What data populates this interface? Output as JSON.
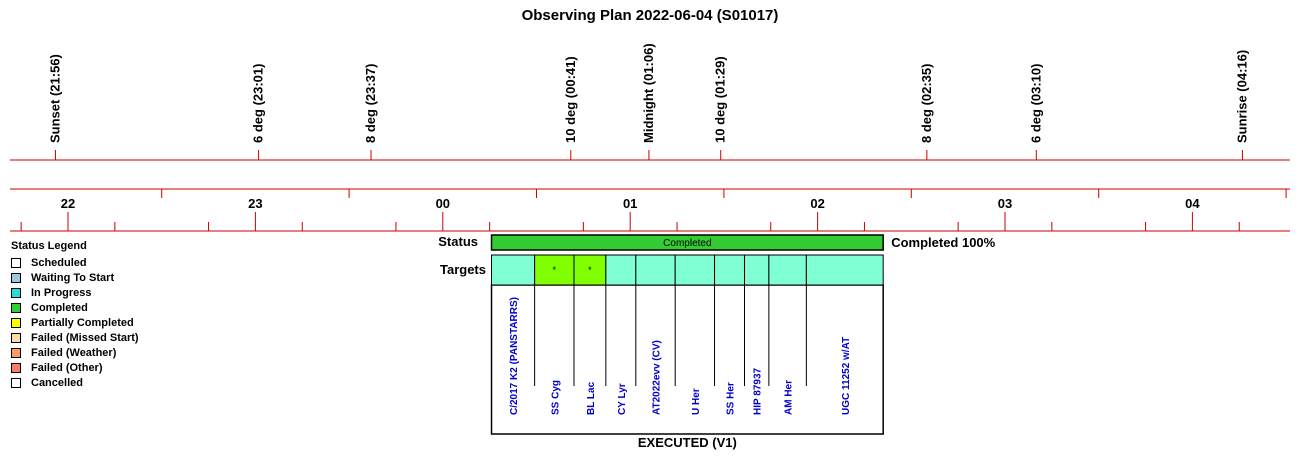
{
  "title": "Observing Plan 2022-06-04 (S01017)",
  "events": [
    {
      "label": "Sunset (21:56)",
      "hour": 21.933
    },
    {
      "label": "6 deg (23:01)",
      "hour": 23.017
    },
    {
      "label": "8 deg (23:37)",
      "hour": 23.617
    },
    {
      "label": "10 deg (00:41)",
      "hour": 24.683
    },
    {
      "label": "Midnight (01:06)",
      "hour": 25.1
    },
    {
      "label": "10 deg (01:29)",
      "hour": 25.483
    },
    {
      "label": "8 deg (02:35)",
      "hour": 26.583
    },
    {
      "label": "6 deg (03:10)",
      "hour": 27.167
    },
    {
      "label": "Sunrise (04:16)",
      "hour": 28.267
    }
  ],
  "hour_labels": [
    {
      "label": "22",
      "hour": 22
    },
    {
      "label": "23",
      "hour": 23
    },
    {
      "label": "00",
      "hour": 24
    },
    {
      "label": "01",
      "hour": 25
    },
    {
      "label": "02",
      "hour": 26
    },
    {
      "label": "03",
      "hour": 27
    },
    {
      "label": "04",
      "hour": 28
    }
  ],
  "time_axis": {
    "start_hour": 21.6,
    "end_hour": 28.5,
    "minor_tick_minutes": 15
  },
  "status": {
    "row_label": "Status",
    "text": "Completed",
    "summary": "Completed 100%",
    "start_hour": 24.26,
    "end_hour": 26.35,
    "color": "#33cc33"
  },
  "targets": {
    "row_label": "Targets",
    "items": [
      {
        "name": "C/2017 K2 (PANSTARRS)",
        "start_hour": 24.26,
        "end_hour": 24.49,
        "color": "#80ffd4",
        "mark": ""
      },
      {
        "name": "SS Cyg",
        "start_hour": 24.49,
        "end_hour": 24.7,
        "color": "#80ff00",
        "mark": "*"
      },
      {
        "name": "BL Lac",
        "start_hour": 24.7,
        "end_hour": 24.87,
        "color": "#80ff00",
        "mark": "*"
      },
      {
        "name": "CY Lyr",
        "start_hour": 24.87,
        "end_hour": 25.03,
        "color": "#80ffd4",
        "mark": ""
      },
      {
        "name": "AT2022evv (CV)",
        "start_hour": 25.03,
        "end_hour": 25.24,
        "color": "#80ffd4",
        "mark": ""
      },
      {
        "name": "U Her",
        "start_hour": 25.24,
        "end_hour": 25.45,
        "color": "#80ffd4",
        "mark": ""
      },
      {
        "name": "SS Her",
        "start_hour": 25.45,
        "end_hour": 25.61,
        "color": "#80ffd4",
        "mark": ""
      },
      {
        "name": "HIP 87937",
        "start_hour": 25.61,
        "end_hour": 25.74,
        "color": "#80ffd4",
        "mark": ""
      },
      {
        "name": "AM Her",
        "start_hour": 25.74,
        "end_hour": 25.94,
        "color": "#80ffd4",
        "mark": ""
      },
      {
        "name": "UGC 11252 w/AT",
        "start_hour": 25.94,
        "end_hour": 26.35,
        "color": "#80ffd4",
        "mark": ""
      }
    ]
  },
  "footer": "EXECUTED (V1)",
  "legend": {
    "title": "Status Legend",
    "items": [
      {
        "label": "Scheduled",
        "color": "#ffffff"
      },
      {
        "label": "Waiting To Start",
        "color": "#99ccdd"
      },
      {
        "label": "In Progress",
        "color": "#22dddd"
      },
      {
        "label": "Completed",
        "color": "#33cc33"
      },
      {
        "label": "Partially Completed",
        "color": "#ffff00"
      },
      {
        "label": "Failed (Missed Start)",
        "color": "#ffddaa"
      },
      {
        "label": "Failed (Weather)",
        "color": "#ff9966"
      },
      {
        "label": "Failed (Other)",
        "color": "#ff7766"
      },
      {
        "label": "Cancelled",
        "color": "#ffffff"
      }
    ]
  },
  "chart_data": {
    "type": "timeline",
    "title": "Observing Plan 2022-06-04 (S01017)",
    "x_axis": {
      "unit": "hour",
      "tick_labels": [
        "22",
        "23",
        "00",
        "01",
        "02",
        "03",
        "04"
      ]
    },
    "events": [
      [
        "Sunset",
        "21:56"
      ],
      [
        "6 deg",
        "23:01"
      ],
      [
        "8 deg",
        "23:37"
      ],
      [
        "10 deg",
        "00:41"
      ],
      [
        "Midnight",
        "01:06"
      ],
      [
        "10 deg",
        "01:29"
      ],
      [
        "8 deg",
        "02:35"
      ],
      [
        "6 deg",
        "03:10"
      ],
      [
        "Sunrise",
        "04:16"
      ]
    ],
    "status": "Completed",
    "completion": "100%"
  },
  "colors": {
    "axis_line": "#cc0000",
    "text_blue": "#0000cc",
    "text": "#000000"
  }
}
